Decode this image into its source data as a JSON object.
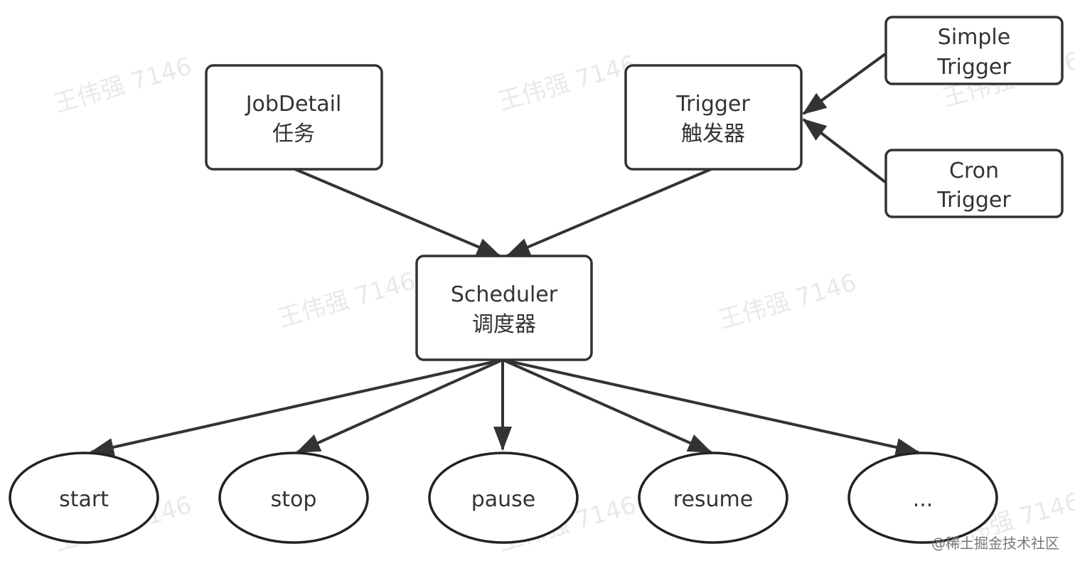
{
  "watermark": "王伟强 7146",
  "credit": "@稀土掘金技术社区",
  "nodes": {
    "jobdetail": {
      "line1": "JobDetail",
      "line2": "任务"
    },
    "trigger": {
      "line1": "Trigger",
      "line2": "触发器"
    },
    "simple_trigger": {
      "line1": "Simple",
      "line2": "Trigger"
    },
    "cron_trigger": {
      "line1": "Cron",
      "line2": "Trigger"
    },
    "scheduler": {
      "line1": "Scheduler",
      "line2": "调度器"
    },
    "start": {
      "label": "start"
    },
    "stop": {
      "label": "stop"
    },
    "pause": {
      "label": "pause"
    },
    "resume": {
      "label": "resume"
    },
    "more": {
      "label": "..."
    }
  }
}
